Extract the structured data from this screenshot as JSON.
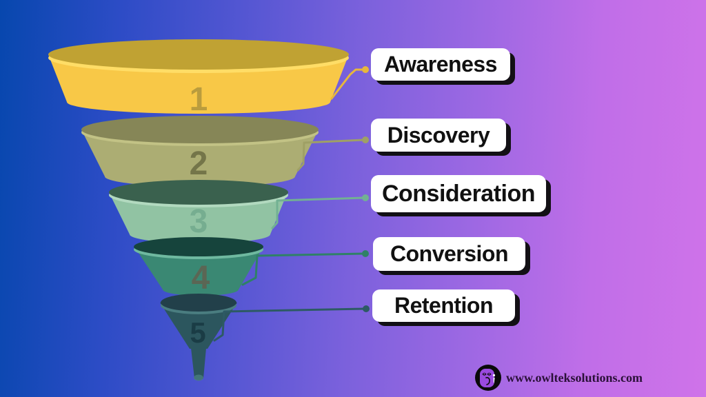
{
  "background": {
    "gradient_stops": [
      "#0747ae",
      "#2d4cc6",
      "#5356d2",
      "#7b61dc",
      "#9d68e3",
      "#c06ee8",
      "#cf73e9"
    ]
  },
  "funnel": {
    "stages": [
      {
        "number": "1",
        "label": "Awareness",
        "body_color": "#f8c847",
        "top_color": "#c0a233",
        "rim_color": "#ffdd66",
        "number_color": "#b4983d",
        "connector_color": "#e7b73c"
      },
      {
        "number": "2",
        "label": "Discovery",
        "body_color": "#acad73",
        "top_color": "#868657",
        "rim_color": "#c2c285",
        "number_color": "#6f6f45",
        "connector_color": "#9fa065"
      },
      {
        "number": "3",
        "label": "Consideration",
        "body_color": "#91c3a3",
        "top_color": "#3a614e",
        "rim_color": "#b2d9bf",
        "number_color": "#74ab8f",
        "connector_color": "#72b193"
      },
      {
        "number": "4",
        "label": "Conversion",
        "body_color": "#3a8873",
        "top_color": "#16443c",
        "rim_color": "#6fb9a0",
        "number_color": "#5f6351",
        "connector_color": "#2f8166"
      },
      {
        "number": "5",
        "label": "Retention",
        "body_color": "#2c565e",
        "top_color": "#22404a",
        "rim_color": "#4a7d80",
        "number_color": "#193a43",
        "connector_color": "#2d5a64"
      }
    ]
  },
  "footer": {
    "website": "www.owlteksolutions.com",
    "logo": "owl-icon",
    "logo_owl_color": "#9a4ae0",
    "logo_bg_color": "#0a0a0a"
  }
}
